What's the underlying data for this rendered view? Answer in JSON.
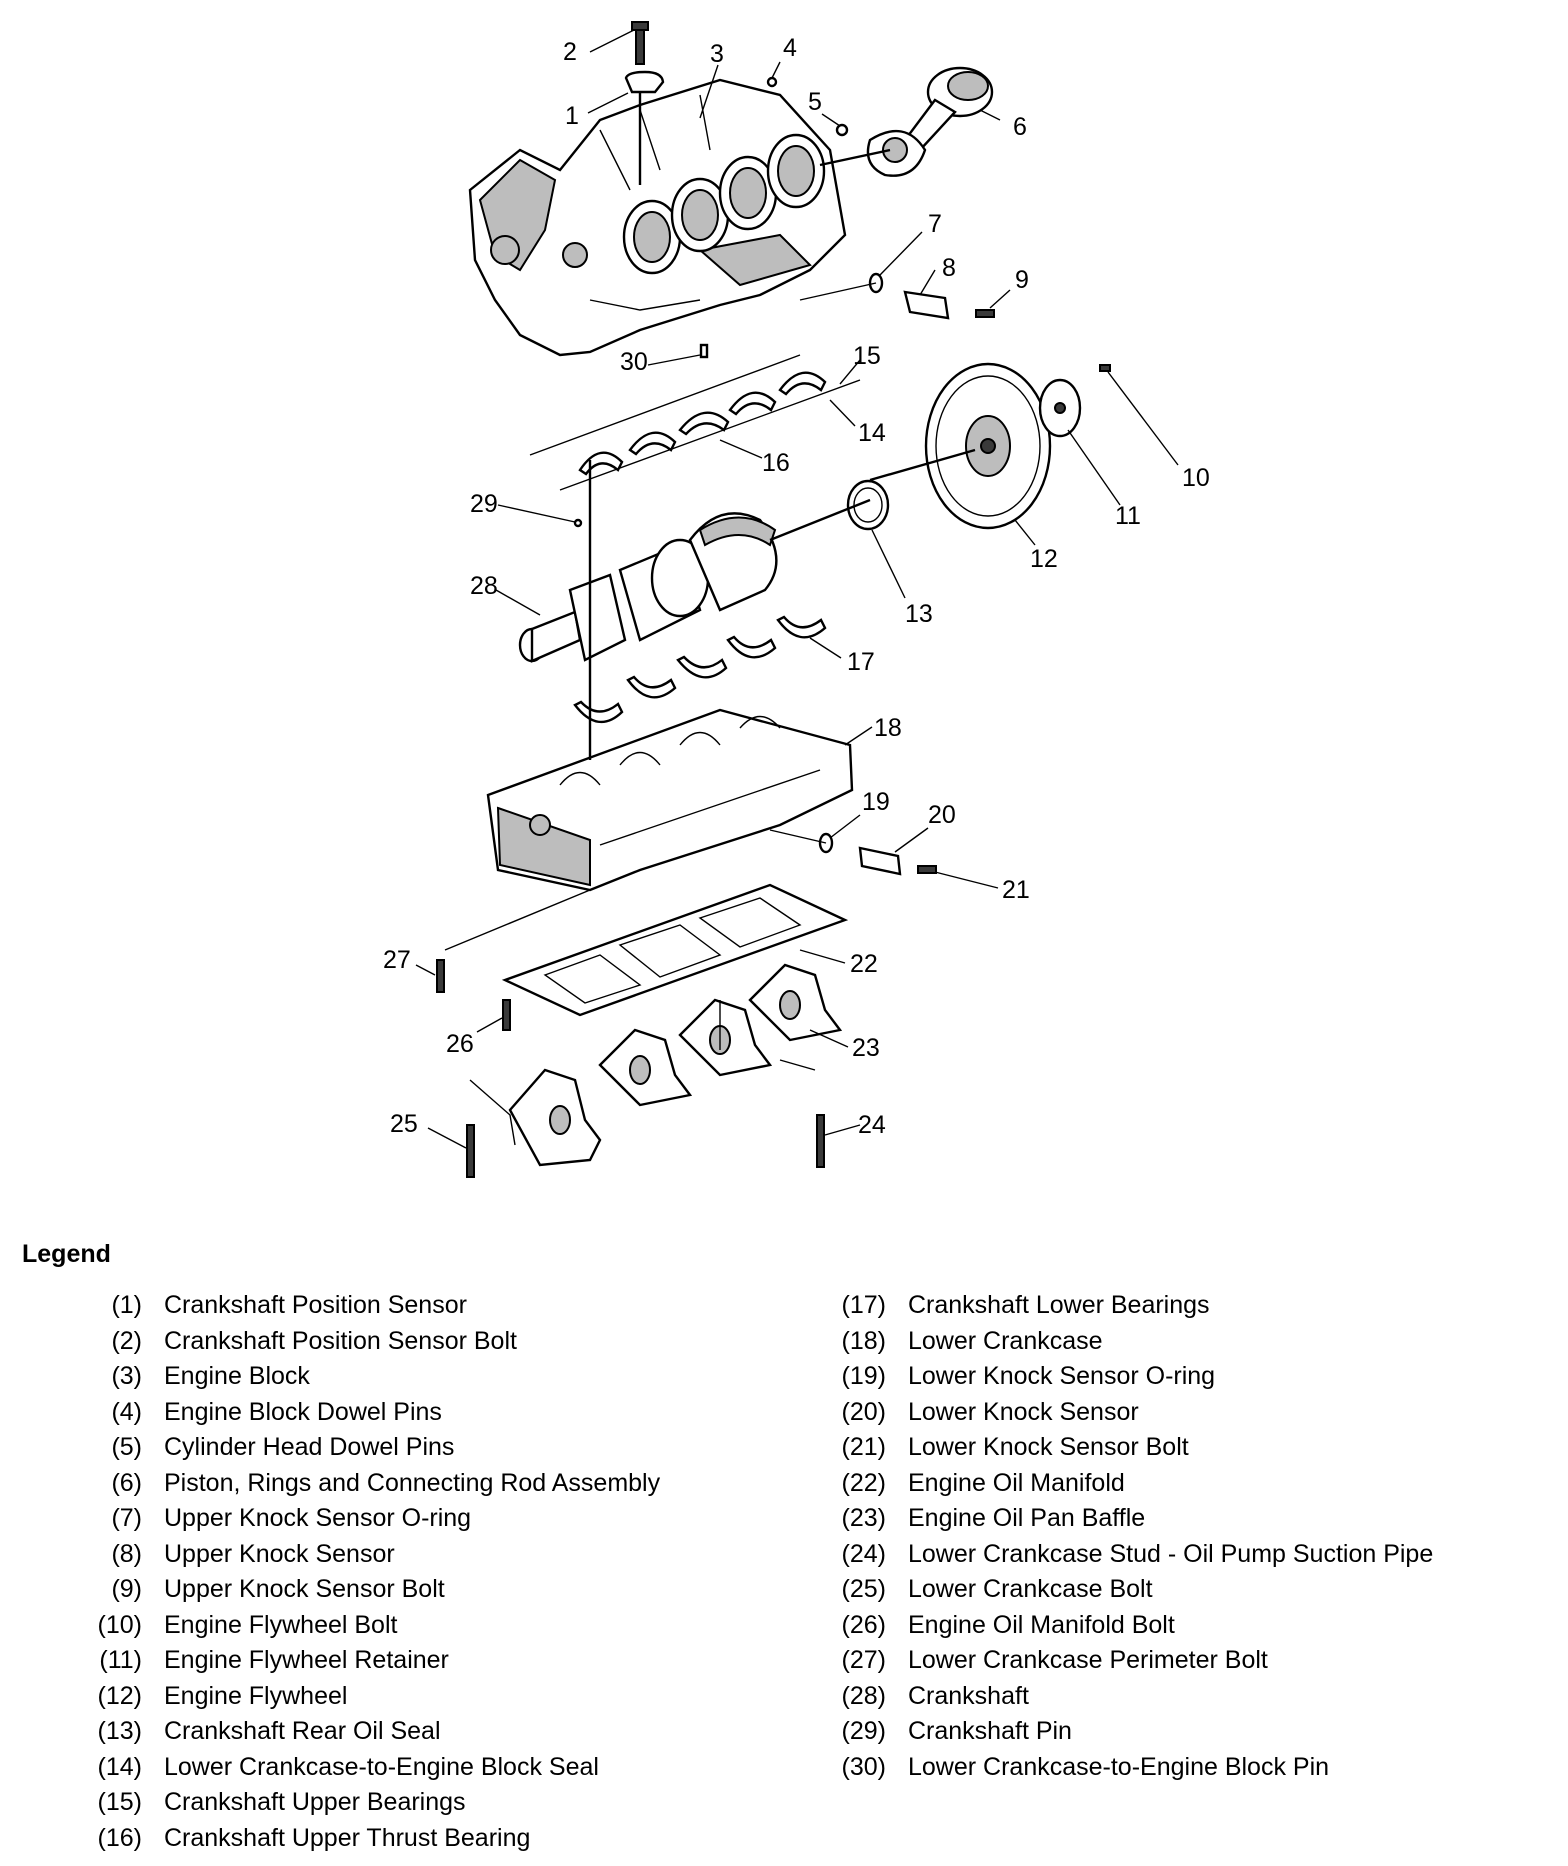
{
  "callouts": [
    "1",
    "2",
    "3",
    "4",
    "5",
    "6",
    "7",
    "8",
    "9",
    "10",
    "11",
    "12",
    "13",
    "14",
    "15",
    "16",
    "17",
    "18",
    "19",
    "20",
    "21",
    "22",
    "23",
    "24",
    "25",
    "26",
    "27",
    "28",
    "29",
    "30"
  ],
  "legend": {
    "title": "Legend",
    "left": [
      {
        "num": "(1)",
        "text": "Crankshaft Position Sensor"
      },
      {
        "num": "(2)",
        "text": "Crankshaft Position Sensor Bolt"
      },
      {
        "num": "(3)",
        "text": "Engine Block"
      },
      {
        "num": "(4)",
        "text": "Engine Block Dowel Pins"
      },
      {
        "num": "(5)",
        "text": "Cylinder Head Dowel Pins"
      },
      {
        "num": "(6)",
        "text": "Piston, Rings and Connecting Rod Assembly"
      },
      {
        "num": "(7)",
        "text": "Upper Knock Sensor O-ring"
      },
      {
        "num": "(8)",
        "text": "Upper Knock Sensor"
      },
      {
        "num": "(9)",
        "text": "Upper Knock Sensor Bolt"
      },
      {
        "num": "(10)",
        "text": "Engine Flywheel Bolt"
      },
      {
        "num": "(11)",
        "text": "Engine Flywheel Retainer"
      },
      {
        "num": "(12)",
        "text": "Engine Flywheel"
      },
      {
        "num": "(13)",
        "text": "Crankshaft Rear Oil Seal"
      },
      {
        "num": "(14)",
        "text": "Lower Crankcase-to-Engine Block Seal"
      },
      {
        "num": "(15)",
        "text": "Crankshaft Upper Bearings"
      },
      {
        "num": "(16)",
        "text": "Crankshaft Upper Thrust Bearing"
      }
    ],
    "right": [
      {
        "num": "(17)",
        "text": "Crankshaft Lower Bearings"
      },
      {
        "num": "(18)",
        "text": "Lower Crankcase"
      },
      {
        "num": "(19)",
        "text": "Lower Knock Sensor O-ring"
      },
      {
        "num": "(20)",
        "text": "Lower Knock Sensor"
      },
      {
        "num": "(21)",
        "text": "Lower Knock Sensor Bolt"
      },
      {
        "num": "(22)",
        "text": "Engine Oil Manifold"
      },
      {
        "num": "(23)",
        "text": "Engine Oil Pan Baffle"
      },
      {
        "num": "(24)",
        "text": "Lower Crankcase Stud - Oil Pump Suction Pipe"
      },
      {
        "num": "(25)",
        "text": "Lower Crankcase Bolt"
      },
      {
        "num": "(26)",
        "text": "Engine Oil Manifold Bolt"
      },
      {
        "num": "(27)",
        "text": "Lower Crankcase Perimeter Bolt"
      },
      {
        "num": "(28)",
        "text": "Crankshaft"
      },
      {
        "num": "(29)",
        "text": "Crankshaft Pin"
      },
      {
        "num": "(30)",
        "text": "Lower Crankcase-to-Engine Block Pin"
      }
    ]
  }
}
